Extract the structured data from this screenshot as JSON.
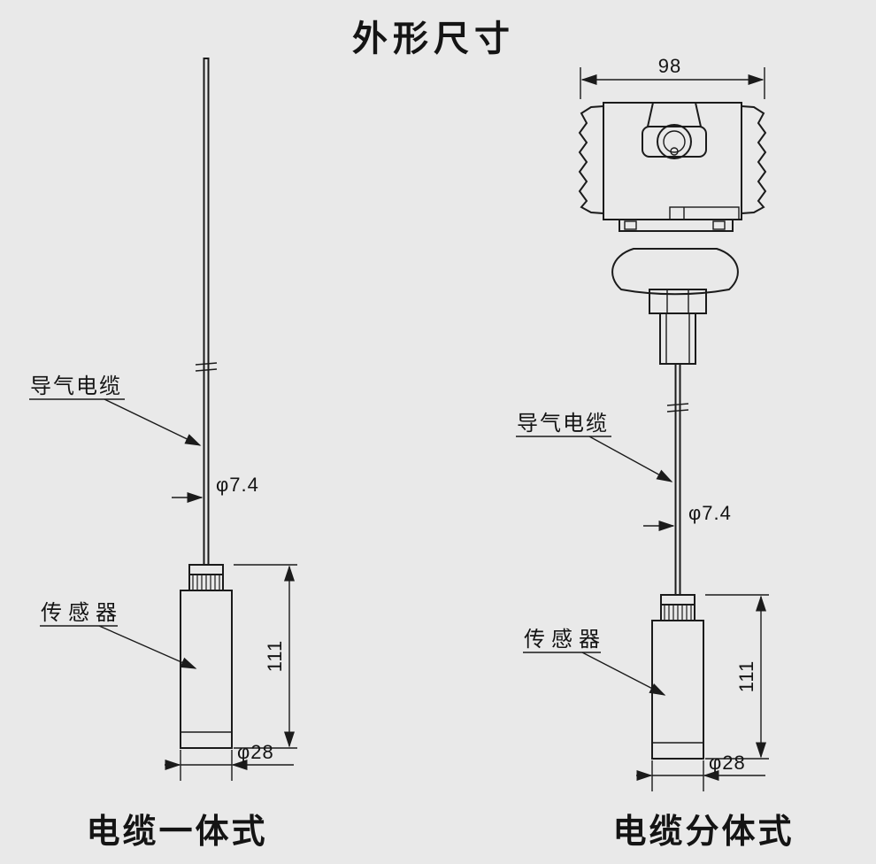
{
  "title": "外形尺寸",
  "figures": {
    "left": {
      "caption": "电缆一体式",
      "label_cable": "导气电缆",
      "label_sensor": "传感器",
      "dim_cable_diameter": "φ7.4",
      "dim_sensor_length": "111",
      "dim_sensor_diameter": "φ28"
    },
    "right": {
      "caption": "电缆分体式",
      "label_cable": "导气电缆",
      "label_sensor": "传感器",
      "dim_head_width": "98",
      "dim_cable_diameter": "φ7.4",
      "dim_sensor_length": "111",
      "dim_sensor_diameter": "φ28"
    }
  }
}
